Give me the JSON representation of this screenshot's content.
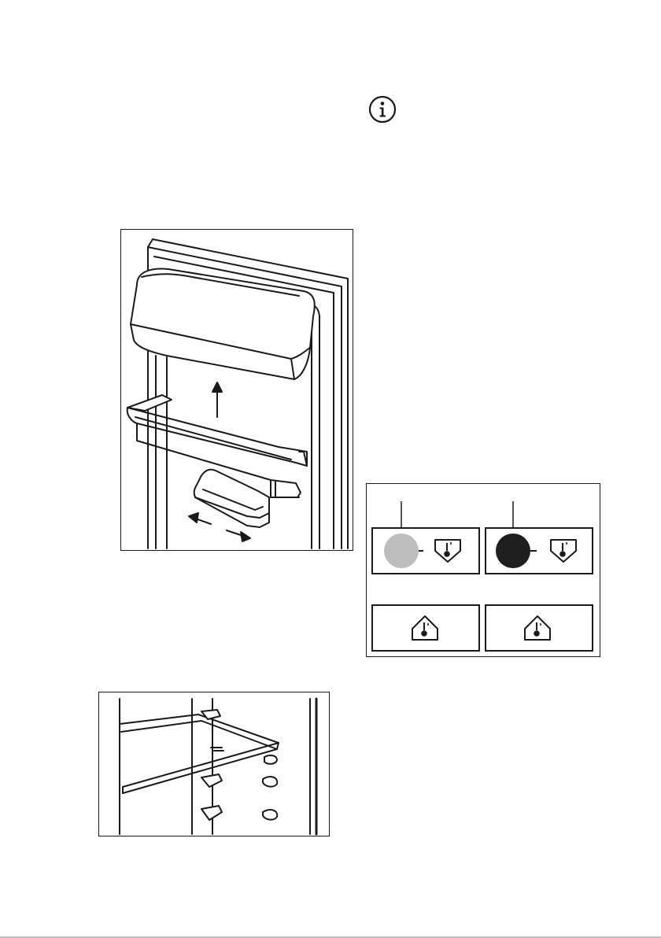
{
  "info_icon": {
    "icon": "info-icon"
  },
  "figures": [
    {
      "name": "door-balcony-figure",
      "icon": "door-balcony-illustration"
    },
    {
      "name": "glass-shelf-figure",
      "icon": "glass-shelf-illustration"
    },
    {
      "name": "temperature-indicator-figure",
      "icon": "temperature-indicator-illustration",
      "panels": [
        {
          "name": "indicator-panel-off",
          "indicator_color": "#bdbdbd",
          "symbol": "thermometer-down-icon"
        },
        {
          "name": "indicator-panel-on",
          "indicator_color": "#1e1e1e",
          "symbol": "thermometer-down-icon"
        },
        {
          "name": "indicator-panel-up-left",
          "symbol": "thermometer-up-icon"
        },
        {
          "name": "indicator-panel-up-right",
          "symbol": "thermometer-up-icon"
        }
      ]
    }
  ]
}
